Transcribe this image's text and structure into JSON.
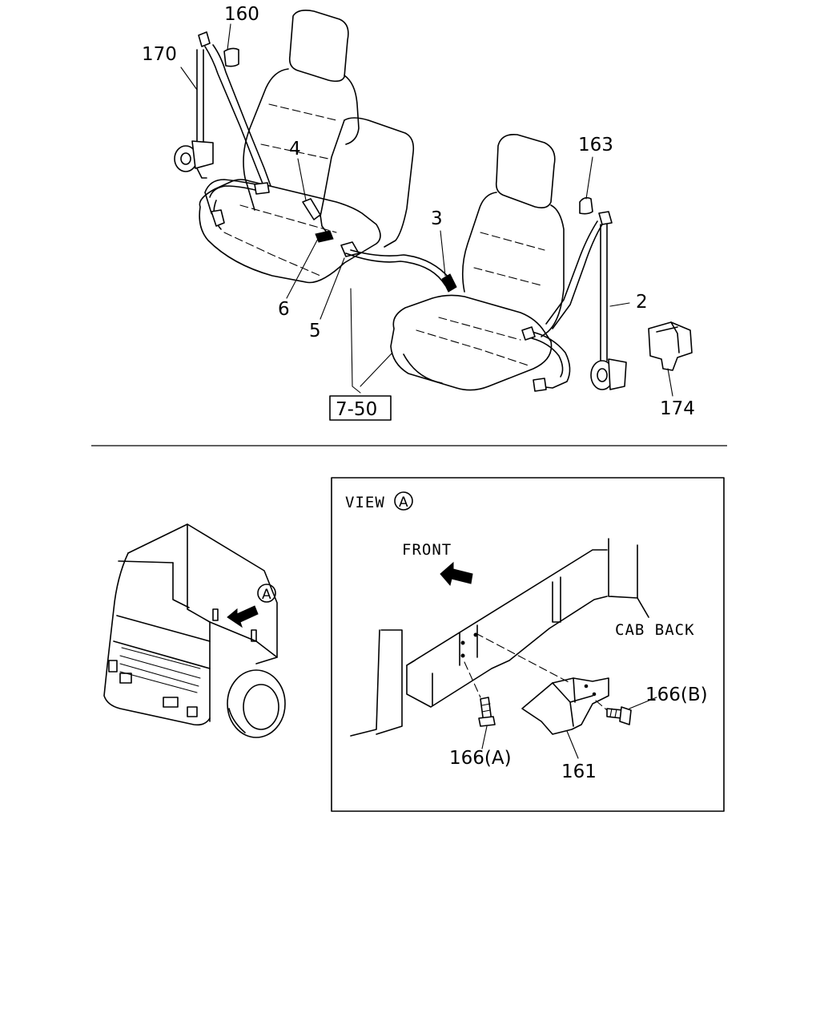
{
  "callouts": {
    "c160": "160",
    "c170": "170",
    "c4": "4",
    "c163": "163",
    "c3": "3",
    "c2": "2",
    "c6": "6",
    "c5": "5",
    "c174": "174",
    "ref": "7-50",
    "c166b": "166(B)",
    "c166a": "166(A)",
    "c161": "161"
  },
  "view": {
    "title": "VIEW",
    "marker": "A",
    "front": "FRONT",
    "cab_back": "CAB BACK"
  },
  "truck": {
    "marker": "A"
  }
}
